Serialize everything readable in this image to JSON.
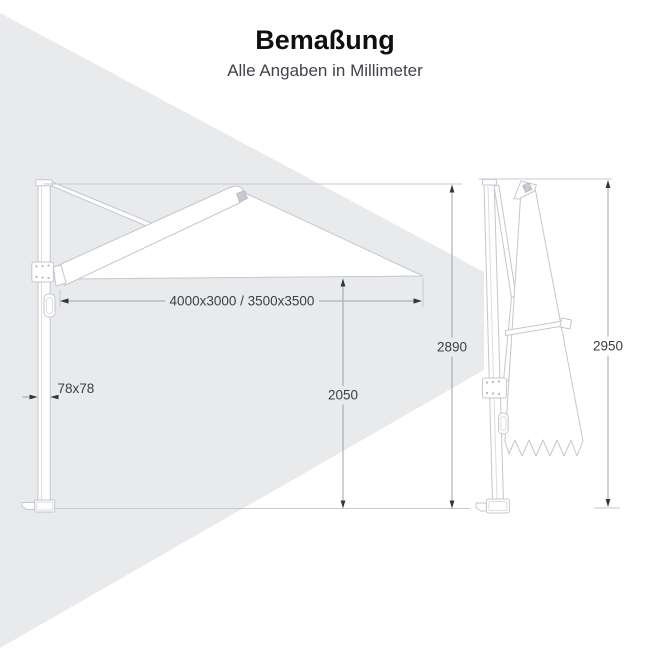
{
  "header": {
    "title": "Bemaßung",
    "subtitle": "Alle Angaben in Millimeter"
  },
  "dimensions": {
    "canopy_size": "4000x3000 / 3500x3500",
    "pole_profile": "78x78",
    "open_total_height": "2890",
    "open_clearance_height": "2050",
    "closed_total_height": "2950"
  },
  "colors": {
    "background": "#ffffff",
    "spotlight_gray": "#e9eaec",
    "structure_outline": "#c3c7cd",
    "dimension_line": "#9ba1a9",
    "dimension_arrow": "#33373d",
    "dimension_text": "#3c4046",
    "title_text": "#0e0f11"
  }
}
